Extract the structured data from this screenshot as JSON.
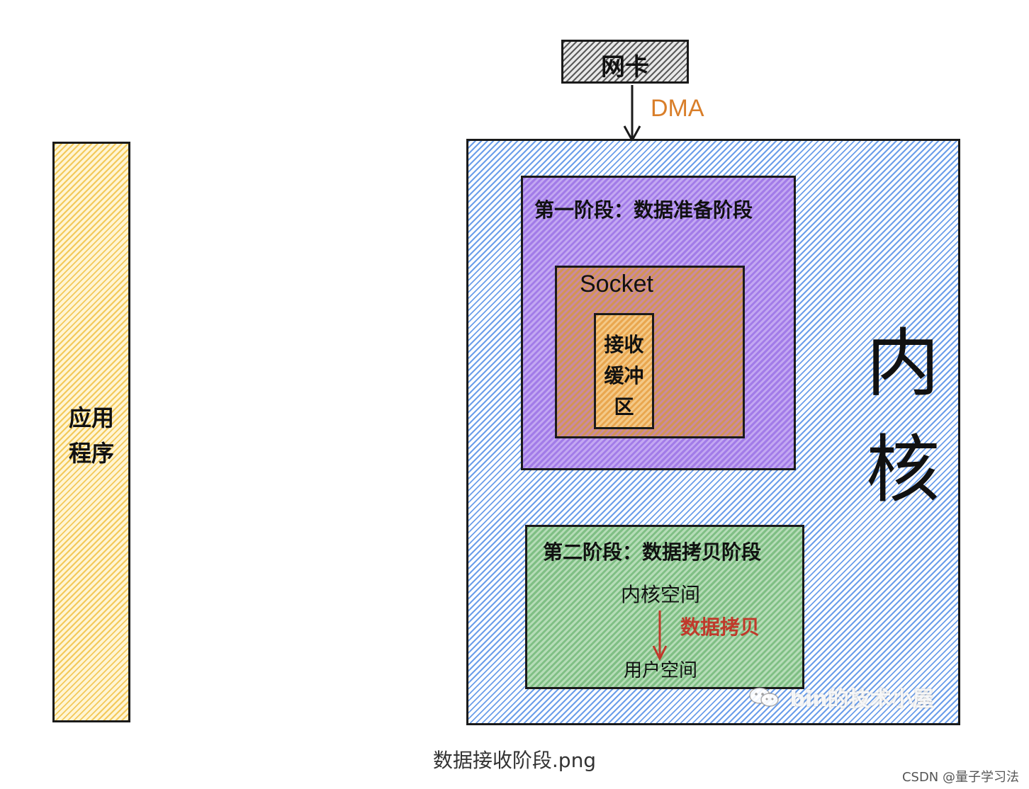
{
  "app_box": {
    "label_line1": "应用",
    "label_line2": "程序"
  },
  "nic": {
    "label": "网卡"
  },
  "dma": {
    "label": "DMA",
    "color": "#d97e29"
  },
  "kernel": {
    "label_line1": "内",
    "label_line2": "核"
  },
  "stage1": {
    "title": "第一阶段：数据准备阶段",
    "socket_label": "Socket",
    "buffer": {
      "line1": "接收",
      "line2": "缓冲",
      "line3": "区"
    }
  },
  "stage2": {
    "title": "第二阶段：数据拷贝阶段",
    "from_label": "内核空间",
    "copy_label": "数据拷贝",
    "copy_color": "#c0392b",
    "to_label": "用户空间"
  },
  "watermark": {
    "text": "bin的技术小屋"
  },
  "caption": {
    "text": "数据接收阶段.png"
  },
  "footer": {
    "text": "CSDN @量子学习法"
  }
}
